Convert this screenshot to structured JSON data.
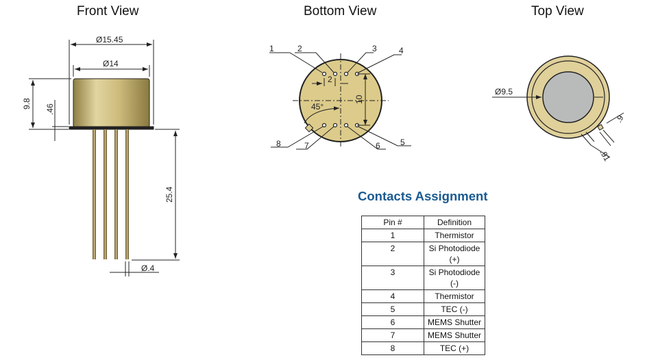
{
  "views": {
    "front": {
      "title": "Front View",
      "dims": {
        "outer_diameter": "Ø15.45",
        "can_diameter": "Ø14",
        "height": "9.8",
        "flange": ".46",
        "lead_length": "25.4",
        "lead_diameter": "Ø.4"
      }
    },
    "bottom": {
      "title": "Bottom View",
      "pin_labels": [
        "1",
        "2",
        "3",
        "4",
        "5",
        "6",
        "7",
        "8"
      ],
      "dims": {
        "pitch": "2",
        "row_spacing": "10",
        "angle": "45°"
      }
    },
    "top": {
      "title": "Top View",
      "dims": {
        "window_diameter": "Ø9.5",
        "tab_width": ".9",
        "tab_length": ".91"
      }
    }
  },
  "contacts": {
    "title": "Contacts Assignment",
    "headers": [
      "Pin #",
      "Definition"
    ],
    "rows": [
      {
        "pin": "1",
        "def": "Thermistor"
      },
      {
        "pin": "2",
        "def": "Si Photodiode (+)"
      },
      {
        "pin": "3",
        "def": "Si Photodiode (-)"
      },
      {
        "pin": "4",
        "def": "Thermistor"
      },
      {
        "pin": "5",
        "def": "TEC (-)"
      },
      {
        "pin": "6",
        "def": "MEMS Shutter"
      },
      {
        "pin": "7",
        "def": "MEMS Shutter"
      },
      {
        "pin": "8",
        "def": "TEC (+)"
      }
    ]
  },
  "colors": {
    "gold": "#d8c48a",
    "accent": "#1a5a92",
    "window": "#b9bbbb"
  }
}
